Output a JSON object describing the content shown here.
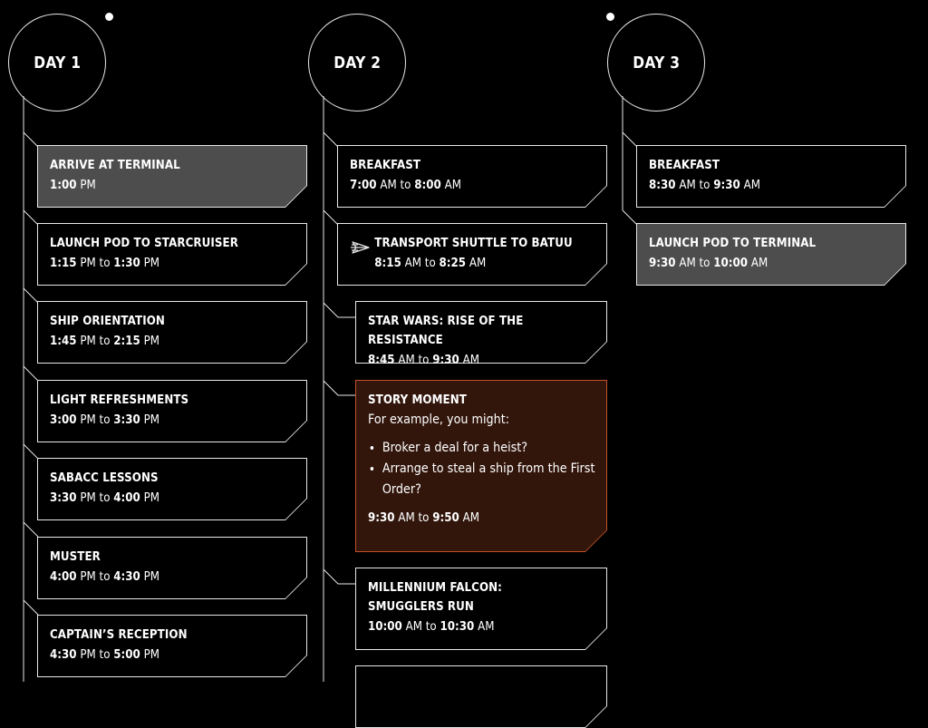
{
  "colors": {
    "background": "#000000",
    "card_border": "#e8e8e8",
    "card_bg": "#000000",
    "card_highlight_bg": "#4d4d4d",
    "story_bg": "#32160c",
    "story_border": "#c4502a"
  },
  "days": [
    {
      "label": "DAY 1",
      "events": [
        {
          "title": "ARRIVE AT TERMINAL",
          "start_time": "1:00",
          "start_period": "PM",
          "separator": "",
          "end_time": "",
          "end_period": "",
          "highlight": true
        },
        {
          "title": "LAUNCH POD TO STARCRUISER",
          "start_time": "1:15",
          "start_period": "PM",
          "separator": "to",
          "end_time": "1:30",
          "end_period": "PM"
        },
        {
          "title": "SHIP ORIENTATION",
          "start_time": "1:45",
          "start_period": "PM",
          "separator": "to",
          "end_time": "2:15",
          "end_period": "PM"
        },
        {
          "title": "LIGHT REFRESHMENTS",
          "start_time": "3:00",
          "start_period": "PM",
          "separator": "to",
          "end_time": "3:30",
          "end_period": "PM"
        },
        {
          "title": "SABACC LESSONS",
          "start_time": "3:30",
          "start_period": "PM",
          "separator": "to",
          "end_time": "4:00",
          "end_period": "PM"
        },
        {
          "title": "MUSTER",
          "start_time": "4:00",
          "start_period": "PM",
          "separator": "to",
          "end_time": "4:30",
          "end_period": "PM"
        },
        {
          "title": "CAPTAIN’S RECEPTION",
          "start_time": "4:30",
          "start_period": "PM",
          "separator": "to",
          "end_time": "5:00",
          "end_period": "PM"
        }
      ]
    },
    {
      "label": "DAY 2",
      "events": [
        {
          "title": "BREAKFAST",
          "start_time": "7:00",
          "start_period": "AM",
          "separator": "to",
          "end_time": "8:00",
          "end_period": "AM"
        },
        {
          "title": "TRANSPORT SHUTTLE TO BATUU",
          "start_time": "8:15",
          "start_period": "AM",
          "separator": "to",
          "end_time": "8:25",
          "end_period": "AM",
          "icon": "shuttle-arrow-icon"
        },
        {
          "title": "STAR WARS: RISE OF THE RESISTANCE",
          "start_time": "8:45",
          "start_period": "AM",
          "separator": "to",
          "end_time": "9:30",
          "end_period": "AM"
        },
        {
          "title": "STORY MOMENT",
          "intro": "For example, you might:",
          "bullets": [
            "Broker a deal for a heist?",
            "Arrange to steal a ship from the First Order?"
          ],
          "start_time": "9:30",
          "start_period": "AM",
          "separator": "to",
          "end_time": "9:50",
          "end_period": "AM",
          "story": true
        },
        {
          "title": "MILLENNIUM FALCON: SMUGGLERS RUN",
          "start_time": "10:00",
          "start_period": "AM",
          "separator": "to",
          "end_time": "10:30",
          "end_period": "AM"
        }
      ]
    },
    {
      "label": "DAY 3",
      "events": [
        {
          "title": "BREAKFAST",
          "start_time": "8:30",
          "start_period": "AM",
          "separator": "to",
          "end_time": "9:30",
          "end_period": "AM"
        },
        {
          "title": "LAUNCH POD TO TERMINAL",
          "start_time": "9:30",
          "start_period": "AM",
          "separator": "to",
          "end_time": "10:00",
          "end_period": "AM",
          "highlight": true
        }
      ]
    }
  ]
}
